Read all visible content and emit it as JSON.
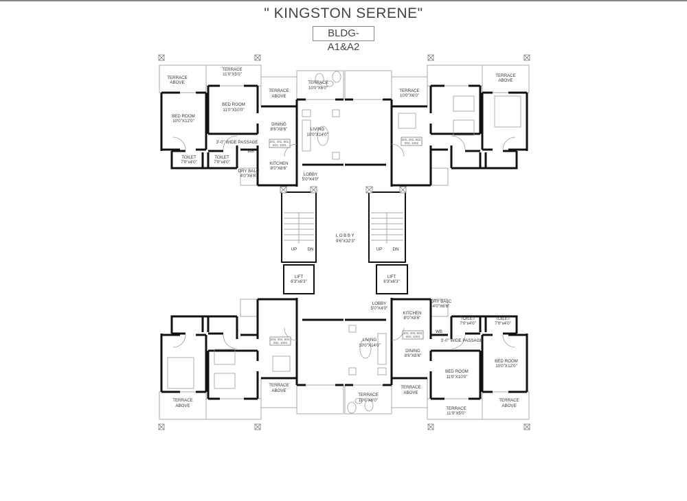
{
  "title": "\" KINGSTON SERENE\"",
  "subtitle": "BLDG-A1&A2",
  "top_left": {
    "rooms": [
      {
        "name": "TERRACE",
        "dim": "ABOVE"
      },
      {
        "name": "TERRACE",
        "dim": "11'0\"X5'0\""
      },
      {
        "name": "BED ROOM",
        "dim": "10'0\"X12'0\""
      },
      {
        "name": "BED ROOM",
        "dim": "11'0\"X10'0\""
      },
      {
        "name": "TERRACE",
        "dim": "ABOVE"
      },
      {
        "name": "DINING",
        "dim": "8'6\"X8'6\""
      },
      {
        "name": "TERRACE",
        "dim": "10'0\"X6'0\""
      },
      {
        "name": "LIVING",
        "dim": "10'0\"X14'0\""
      },
      {
        "name": "TOILET",
        "dim": "7'0\"x4'0\""
      },
      {
        "name": "TOILET",
        "dim": "7'0\"x4'0\""
      },
      {
        "name": "DRY BALC",
        "dim": "4'0\"X6'6\""
      },
      {
        "name": "KITCHEN",
        "dim": "8'0\"X8'6\""
      },
      {
        "name": "LOBBY",
        "dim": "5'0\"X4'0\""
      }
    ],
    "passage": "3'-0\" WIDE PASSAGE",
    "wb": "WB",
    "flats": [
      "201, 401, 601,",
      "801, 1001"
    ]
  },
  "top_right": {
    "rooms": [
      {
        "name": "TERRACE",
        "dim": "10'0\"X6'0\""
      },
      {
        "name": "TERRACE",
        "dim": "ABOVE"
      }
    ],
    "flats": [
      "202, 402, 602,",
      "802, 1002"
    ]
  },
  "bottom_left": {
    "rooms": [
      {
        "name": "TERRACE",
        "dim": "ABOVE"
      },
      {
        "name": "TERRACE",
        "dim": "ABOVE"
      }
    ],
    "flats": [
      "204, 404, 604,",
      "804, 1004"
    ]
  },
  "bottom_right": {
    "rooms": [
      {
        "name": "LOBBY",
        "dim": "5'0\"X4'0\""
      },
      {
        "name": "KITCHEN",
        "dim": "8'0\"X8'6\""
      },
      {
        "name": "DRY BALC",
        "dim": "4'0\"X6'6\""
      },
      {
        "name": "TOILET",
        "dim": "7'0\"x4'0\""
      },
      {
        "name": "TOILET",
        "dim": "7'0\"x4'0\""
      },
      {
        "name": "LIVING",
        "dim": "10'0\"X14'0\""
      },
      {
        "name": "DINING",
        "dim": "8'6\"X8'6\""
      },
      {
        "name": "BED ROOM",
        "dim": "11'0\"X10'0\""
      },
      {
        "name": "BED ROOM",
        "dim": "10'0\"X12'0\""
      },
      {
        "name": "TERRACE",
        "dim": "10'0\"X6'0\""
      },
      {
        "name": "TERRACE",
        "dim": "ABOVE"
      },
      {
        "name": "TERRACE",
        "dim": "11'0\"X5'0\""
      },
      {
        "name": "TERRACE",
        "dim": "ABOVE"
      }
    ],
    "passage": "3'-0\" WIDE PASSAGE",
    "wb": "WB",
    "flats": [
      "203, 403, 603,",
      "803, 1003"
    ]
  },
  "core": {
    "lobby": {
      "name": "LOBBY",
      "dim": "9'6\"X32'3\""
    },
    "lift_left": {
      "name": "LIFT",
      "dim": "6'3\"x6'3\""
    },
    "lift_right": {
      "name": "LIFT",
      "dim": "6'3\"x6'3\""
    },
    "stair_labels": [
      "UP",
      "DN"
    ]
  }
}
